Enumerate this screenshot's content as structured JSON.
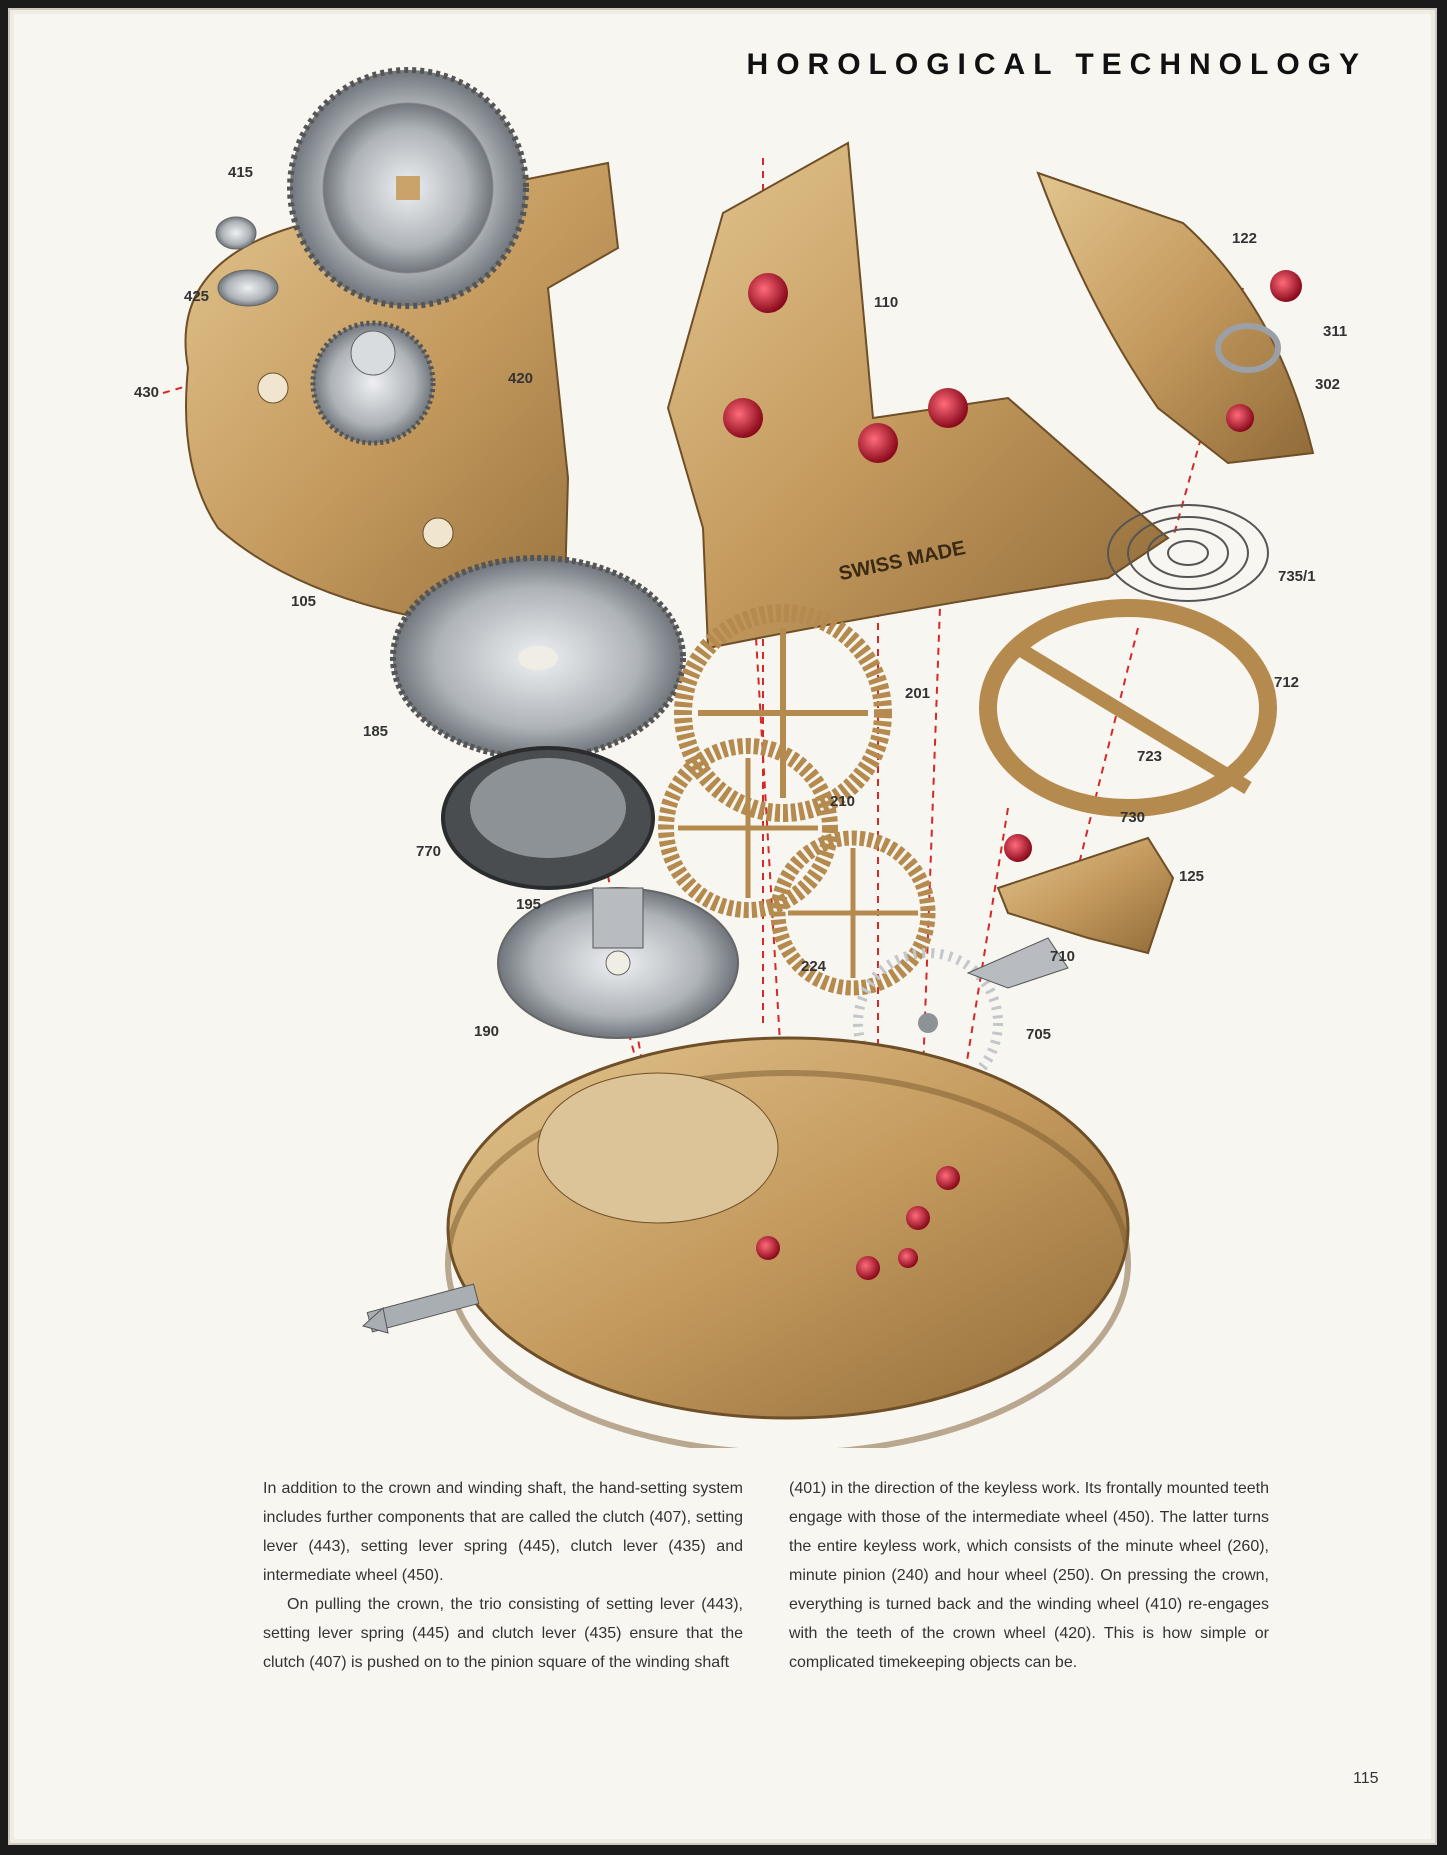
{
  "header": {
    "title": "HOROLOGICAL TECHNOLOGY"
  },
  "illustration": {
    "engraving": "SWISS MADE",
    "callouts": [
      "415",
      "425",
      "430",
      "420",
      "105",
      "185",
      "770",
      "195",
      "190",
      "110",
      "201",
      "210",
      "224",
      "122",
      "311",
      "302",
      "735/1",
      "712",
      "723",
      "730",
      "125",
      "710",
      "705"
    ],
    "colors": {
      "brass": "#c9a36a",
      "steel": "#b8bcc0",
      "jewel": "#c8102e",
      "guide_line": "#d62828"
    }
  },
  "body": {
    "left_p1": "In addition to the crown and winding shaft, the hand-setting system includes further components that are called the clutch (407), setting lever (443), setting lever spring (445), clutch lever (435) and intermediate wheel (450).",
    "left_p2": "On pulling the crown, the trio consisting of setting lever (443), setting lever spring (445) and clutch lever (435) ensure that the clutch (407) is pushed on to the pinion square of the winding shaft",
    "right_p1": "(401) in the direction of the keyless work. Its frontally mounted teeth engage with those of the intermediate wheel (450). The latter turns the entire keyless work, which consists of the minute wheel (260), minute pinion (240) and hour wheel (250). On pressing the crown, everything is turned back and the winding wheel (410) re-engages with the teeth of the crown wheel (420). This is how simple or complicated timekeeping objects can be."
  },
  "footer": {
    "page_number": "115"
  }
}
